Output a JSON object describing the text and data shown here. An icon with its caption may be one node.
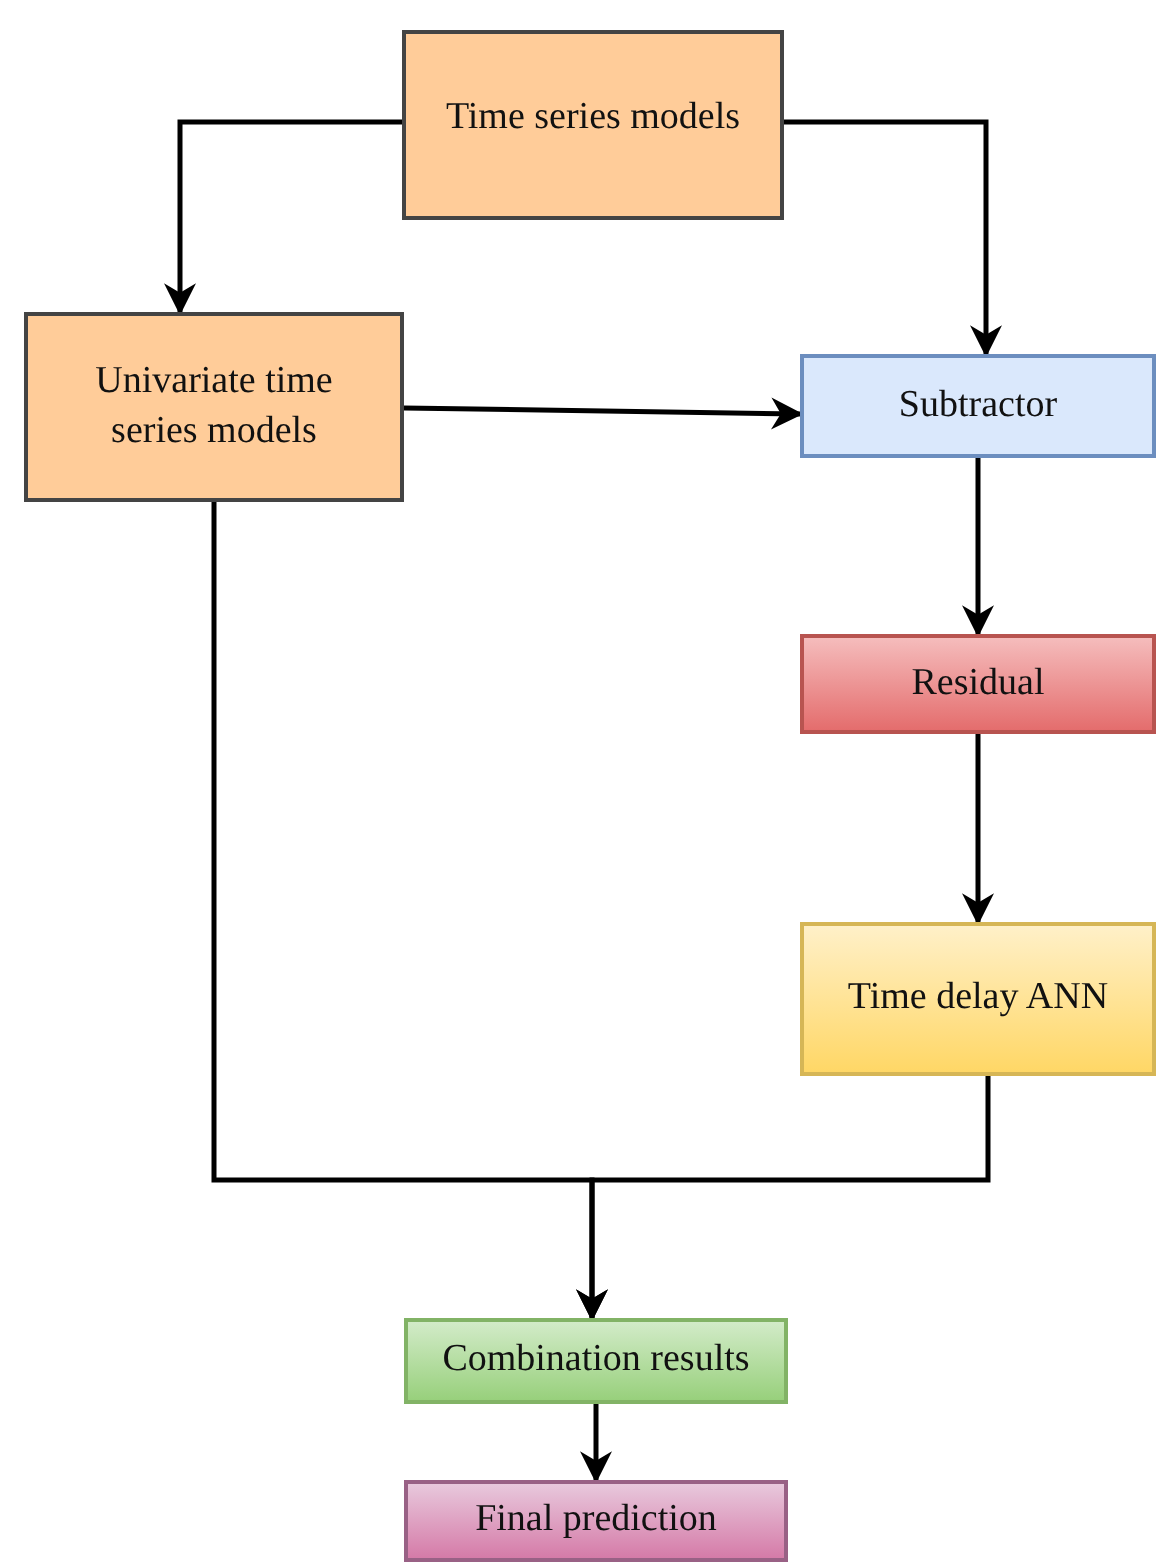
{
  "diagram": {
    "nodes": [
      {
        "text": [
          "Time series models"
        ]
      },
      {
        "text": [
          "Univariate time series models"
        ]
      },
      {
        "text": [
          "Subtractor"
        ]
      },
      {
        "text": [
          "Residual"
        ]
      },
      {
        "text": [
          "Time delay ANN"
        ]
      },
      {
        "text": [
          "Combination results"
        ]
      },
      {
        "text": [
          "Final prediction"
        ]
      }
    ],
    "edges": [
      {
        "from": 0,
        "to": 1,
        "arrow": "to"
      },
      {
        "from": 0,
        "to": 2,
        "arrow": "to"
      },
      {
        "from": 1,
        "to": 2,
        "arrow": "to"
      },
      {
        "from": 2,
        "to": 3,
        "arrow": "to"
      },
      {
        "from": 3,
        "to": 4,
        "arrow": "to"
      },
      {
        "from": 1,
        "to": 5,
        "arrow": "to"
      },
      {
        "from": 4,
        "to": 5,
        "arrow": "to"
      },
      {
        "from": 5,
        "to": 6,
        "arrow": "to"
      }
    ]
  }
}
